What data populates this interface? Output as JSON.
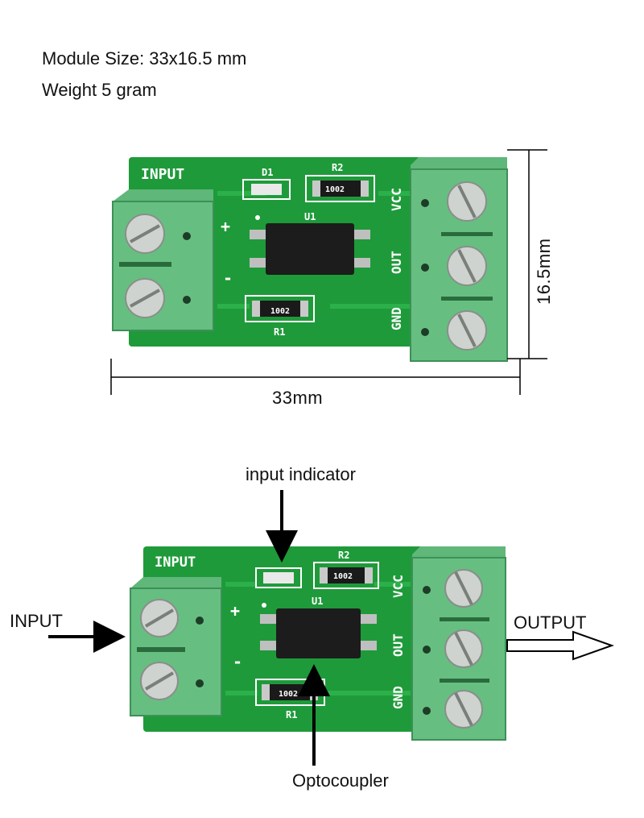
{
  "specs": {
    "size": "Module Size: 33x16.5 mm",
    "weight": "Weight 5 gram"
  },
  "dimensions": {
    "width": "33mm",
    "height": "16.5mm"
  },
  "board": {
    "input_label": "INPUT",
    "plus": "+",
    "minus": "-",
    "led": "D1",
    "resistor2": "R2",
    "resistor1": "R1",
    "resistor_code": "1002",
    "chip": "U1",
    "vcc": "VCC",
    "out": "OUT",
    "gnd": "GND"
  },
  "callouts": {
    "input_indicator": "input indicator",
    "input": "INPUT",
    "output": "OUTPUT",
    "optocoupler": "Optocoupler"
  },
  "colors": {
    "pcb": "#1f9a3a",
    "terminal": "#5fb77a",
    "chip": "#1c1c1c"
  }
}
